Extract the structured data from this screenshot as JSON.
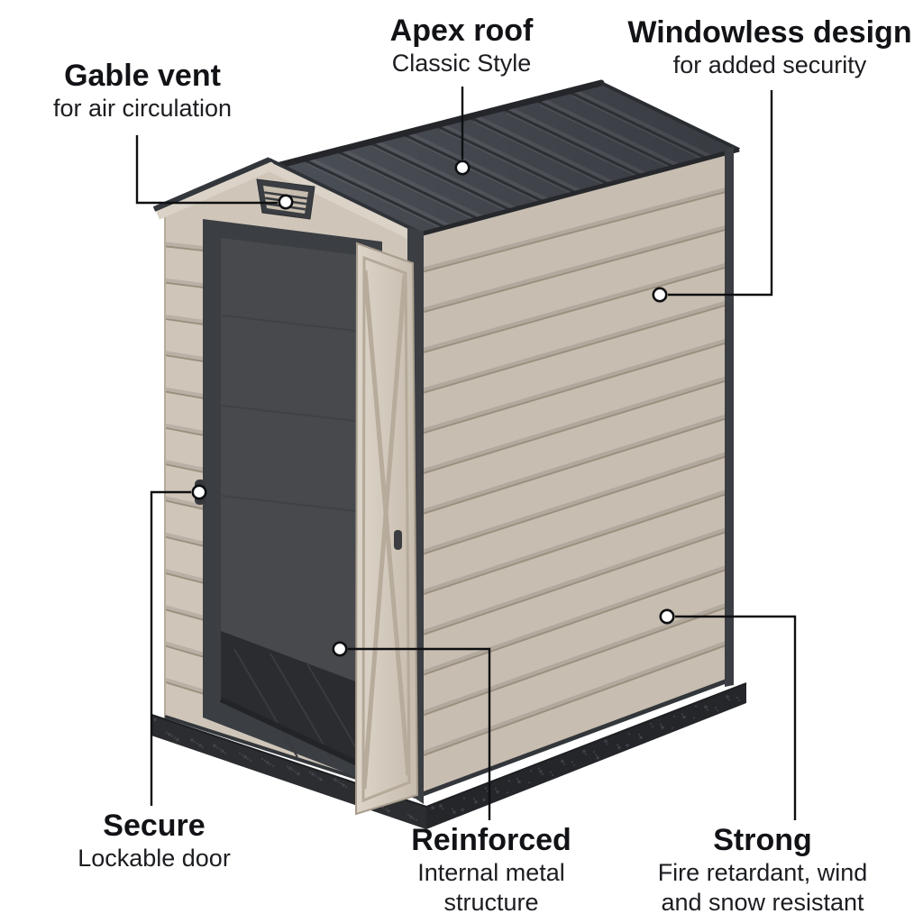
{
  "page": {
    "background": "#ffffff"
  },
  "callouts": [
    {
      "id": "gable-vent",
      "title": "Gable vent",
      "subtitle": "for air circulation"
    },
    {
      "id": "apex-roof",
      "title": "Apex roof",
      "subtitle": "Classic Style"
    },
    {
      "id": "windowless-design",
      "title": "Windowless design",
      "subtitle": "for added security"
    },
    {
      "id": "secure-door",
      "title": "Secure",
      "subtitle": "Lockable door"
    },
    {
      "id": "reinforced-structure",
      "title": "Reinforced",
      "subtitle": "Internal metal structure"
    },
    {
      "id": "strong-build",
      "title": "Strong",
      "subtitle": "Fire retardant, wind and snow resistant"
    }
  ],
  "illustration": {
    "subject": "apex-roof garden storage shed with open lockable door",
    "colors": {
      "wall": "#cbc2b4",
      "roof": "#40444b",
      "trim": "#3a3d42",
      "door": "#d9d1c5",
      "base": "#2b2d30",
      "interior": "#47494d",
      "callout_line": "#0e0f11"
    }
  }
}
